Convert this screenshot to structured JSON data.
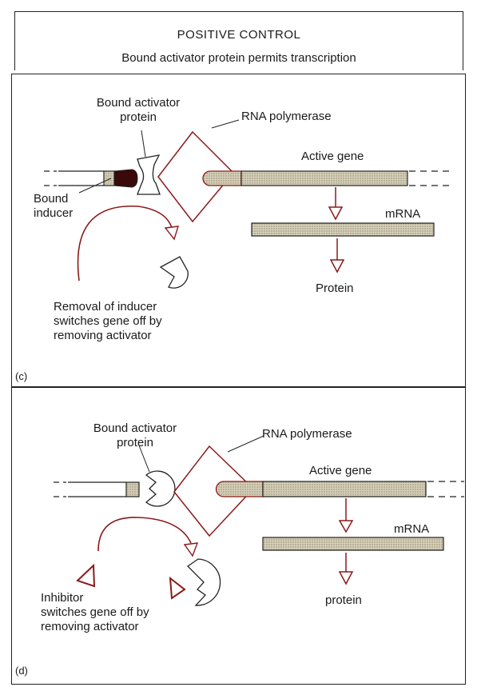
{
  "header": {
    "title": "POSITIVE CONTROL",
    "subtitle": "Bound activator protein permits transcription"
  },
  "panel_c": {
    "panel_label": "(c)",
    "bound_activator_line1": "Bound activator",
    "bound_activator_line2": "protein",
    "rna_polymerase": "RNA polymerase",
    "active_gene": "Active gene",
    "bound_inducer_line1": "Bound",
    "bound_inducer_line2": "inducer",
    "mrna": "mRNA",
    "protein": "Protein",
    "note_line1": "Removal of inducer",
    "note_line2": "switches gene off by",
    "note_line3": "removing activator"
  },
  "panel_d": {
    "panel_label": "(d)",
    "bound_activator_line1": "Bound activator",
    "bound_activator_line2": "protein",
    "rna_polymerase": "RNA polymerase",
    "active_gene": "Active gene",
    "mrna": "mRNA",
    "protein": "protein",
    "note_line1": "Inhibitor",
    "note_line2": "switches gene off by",
    "note_line3": "removing activator"
  },
  "colors": {
    "accent_red": "#8b1a1a",
    "dna_fill": "#cfc8b0",
    "inducer_fill": "#3a0a0a",
    "outline": "#222222"
  }
}
